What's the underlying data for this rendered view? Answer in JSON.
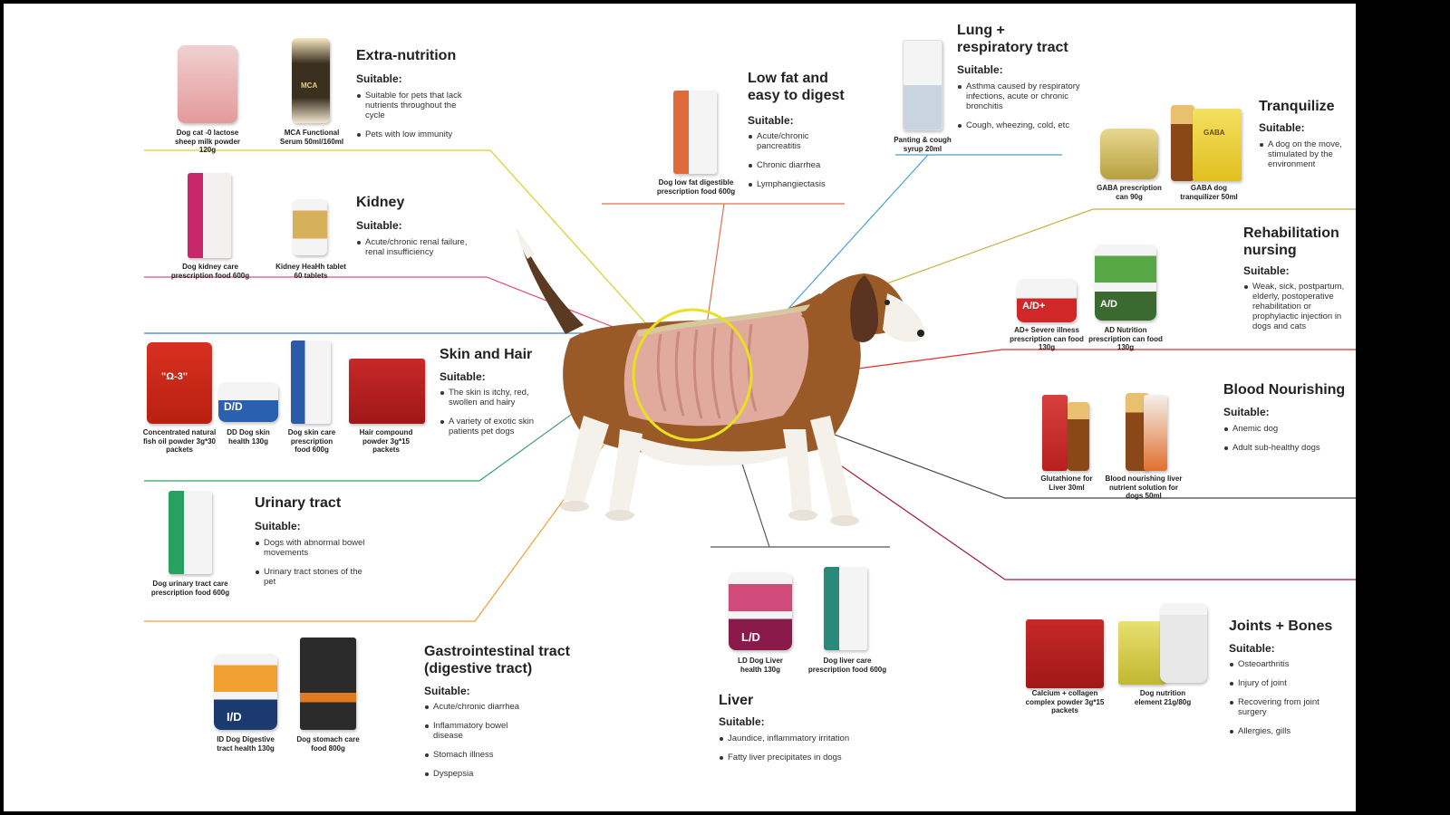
{
  "colors": {
    "extra_nutrition": "#d8cf2a",
    "kidney": "#d9507a",
    "skin_hair": "#3a86c8",
    "urinary": "#34a36a",
    "gastro": "#f0a030",
    "low_fat": "#e0704a",
    "lung": "#4aa0d0",
    "tranquilize": "#c8b040",
    "rehabilitation": "#e03030",
    "blood": "#444444",
    "joints": "#a02030",
    "liver": "#555555",
    "highlight_ring": "#e8e020"
  },
  "sections": {
    "extra_nutrition": {
      "title": "Extra-nutrition",
      "suitable": "Suitable:",
      "bullets": [
        "Suitable for pets that lack nutrients throughout the cycle",
        "Pets with low immunity"
      ],
      "products": [
        "Dog cat -0 lactose sheep milk powder 120g",
        "MCA Functional Serum 50ml/160ml"
      ]
    },
    "kidney": {
      "title": "Kidney",
      "suitable": "Suitable:",
      "bullets": [
        "Acute/chronic renal failure, renal insufficiency"
      ],
      "products": [
        "Dog kidney care prescription food 600g",
        "Kidney HeaHh tablet 60 tablets"
      ]
    },
    "skin_hair": {
      "title": "Skin and Hair",
      "suitable": "Suitable:",
      "bullets": [
        "The skin is itchy, red, swollen and hairy",
        "A variety of exotic skin patients pet dogs"
      ],
      "products": [
        "Concentrated natural fish oil powder 3g*30 packets",
        "DD Dog skin health 130g",
        "Dog skin care prescription food 600g",
        "Hair compound powder 3g*15 packets"
      ]
    },
    "urinary": {
      "title": "Urinary tract",
      "suitable": "Suitable:",
      "bullets": [
        "Dogs with abnormal bowel movements",
        "Urinary tract stones of the pet"
      ],
      "products": [
        "Dog urinary tract care prescription food 600g"
      ]
    },
    "gastro": {
      "title": "Gastrointestinal tract (digestive tract)",
      "suitable": "Suitable:",
      "bullets": [
        "Acute/chronic diarrhea",
        "Inflammatory bowel disease",
        "Stomach illness",
        "Dyspepsia"
      ],
      "products": [
        "ID Dog Digestive tract health 130g",
        "Dog stomach care food 800g"
      ]
    },
    "low_fat": {
      "title": "Low fat and easy to digest",
      "suitable": "Suitable:",
      "bullets": [
        "Acute/chronic pancreatitis",
        "Chronic diarrhea",
        "Lymphangiectasis"
      ],
      "products": [
        "Dog low fat digestible prescription food 600g"
      ]
    },
    "lung": {
      "title": "Lung + respiratory tract",
      "suitable": "Suitable:",
      "bullets": [
        "Asthma caused by respiratory infections, acute or chronic bronchitis",
        "Cough, wheezing, cold, etc"
      ],
      "products": [
        "Panting & cough syrup 20ml"
      ]
    },
    "tranquilize": {
      "title": "Tranquilize",
      "suitable": "Suitable:",
      "bullets": [
        "A dog on the move, stimulated by the environment"
      ],
      "products": [
        "GABA prescription can 90g",
        "GABA dog tranquilizer 50ml"
      ]
    },
    "rehabilitation": {
      "title": "Rehabilitation nursing",
      "suitable": "Suitable:",
      "bullets": [
        "Weak, sick, postpartum, elderly, postoperative rehabilitation or prophylactic injection in dogs and cats"
      ],
      "products": [
        "AD+ Severe illness prescription can food 130g",
        "AD Nutrition prescription can food 130g"
      ]
    },
    "blood": {
      "title": "Blood Nourishing",
      "suitable": "Suitable:",
      "bullets": [
        "Anemic dog",
        "Adult sub-healthy dogs"
      ],
      "products": [
        "Glutathione for Liver 30ml",
        "Blood nourishing liver nutrient solution for dogs 50ml"
      ]
    },
    "joints": {
      "title": "Joints + Bones",
      "suitable": "Suitable:",
      "bullets": [
        "Osteoarthritis",
        "Injury of joint",
        "Recovering from joint surgery",
        "Allergies, gills"
      ],
      "products": [
        "Calcium + collagen complex powder 3g*15 packets",
        "Dog nutrition element 21g/80g"
      ]
    },
    "liver": {
      "title": "Liver",
      "suitable": "Suitable:",
      "bullets": [
        "Jaundice, inflammatory irritation",
        "Fatty liver precipitates in dogs"
      ],
      "products": [
        "LD Dog Liver health 130g",
        "Dog liver care prescription food 600g"
      ]
    }
  },
  "package_labels": {
    "omega3": "\"Ω-3\"",
    "dd": "D/D",
    "ad_plus": "A/D+",
    "ad": "A/D",
    "id": "I/D",
    "ld": "L/D",
    "gaba": "GABA",
    "mca": "MCA"
  }
}
